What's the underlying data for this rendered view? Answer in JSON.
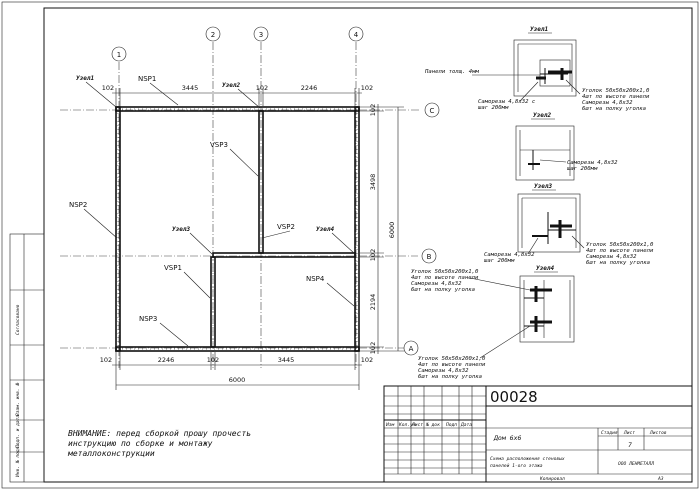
{
  "grid_axes": {
    "vertical": [
      "1",
      "2",
      "3",
      "4"
    ],
    "horizontal": [
      "C",
      "B",
      "A"
    ]
  },
  "dimensions": {
    "top": [
      "102",
      "3445",
      "102",
      "2246",
      "102"
    ],
    "bottom": [
      "102",
      "2246",
      "102",
      "3445",
      "102"
    ],
    "bottom_total": "6000",
    "right": [
      "102",
      "3498",
      "102",
      "2194",
      "102"
    ],
    "right_total": "6000"
  },
  "panels": [
    "NSP1",
    "NSP2",
    "NSP3",
    "NSP4",
    "VSP1",
    "VSP2",
    "VSP3"
  ],
  "nodes": [
    "Узел1",
    "Узел2",
    "Узел3",
    "Узел4"
  ],
  "node_details": [
    {
      "title": "Узел1",
      "notes": [
        "Панели толщ. 4мм",
        "Саморезы 4,8х32 с",
        "шаг 200мм"
      ],
      "side_notes": [
        "Уголок 50х50х200х1,0",
        "4шт по высоте панели",
        "Саморезы 4,8х32",
        "6шт на полку уголка"
      ]
    },
    {
      "title": "Узел2",
      "notes": [],
      "side_notes": [
        "Саморезы 4,8х32",
        "шаг 200мм"
      ]
    },
    {
      "title": "Узел3",
      "notes": [
        "Саморезы 4,8х32",
        "шаг 200мм"
      ],
      "side_notes": [
        "Уголок 50х50х200х1,0",
        "4шт по высоте панели",
        "Саморезы 4,8х32",
        "6шт на полку уголка"
      ]
    },
    {
      "title": "Узел4",
      "notes": [
        "Уголок 50х50х200х1,0",
        "4шт по высоте панели",
        "Саморезы 4,8х32",
        "6шт на полку уголка"
      ],
      "bottom_notes": [
        "Уголок 50х50х200х1,0",
        "4шт по высоте панели",
        "Саморезы 4,8х32",
        "6шт на полку уголка"
      ]
    }
  ],
  "warning": [
    "ВНИМАНИЕ: перед сборкой прошу прочесть",
    "инструкцию по сборке и монтажу",
    "металлоконструкции"
  ],
  "title_block": {
    "doc_number": "00028",
    "project_name": "Дом 6х6",
    "sheet_title": [
      "Схема расположения стеновых",
      "панелей 1-ого этажа"
    ],
    "sheet_number": "7",
    "company": "ООО ЛЕНМЕТАЛЛ",
    "row_headers": [
      "Изм",
      "Кол.уч",
      "Лист",
      "№ док",
      "Подп",
      "Дата"
    ],
    "stage_headers": [
      "Стадия",
      "Лист",
      "Листов"
    ],
    "copied": "Копировал",
    "format": "А3"
  },
  "side_stamp": [
    "Согласовано",
    "Инв. № подл.",
    "Подп. и дата",
    "Взам. инв. №"
  ]
}
